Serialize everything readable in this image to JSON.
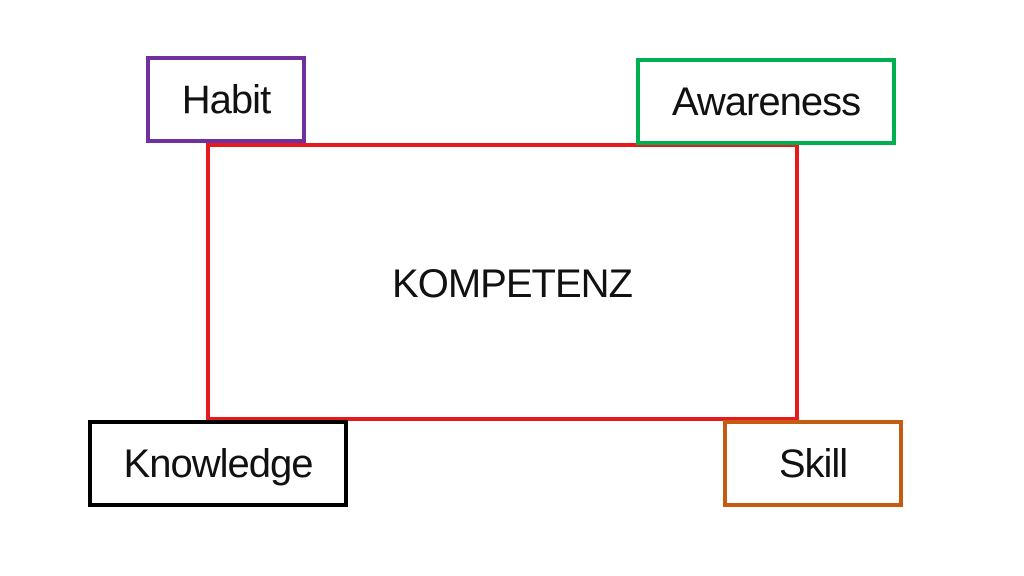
{
  "diagram": {
    "center_label": "KOMPETENZ",
    "frame_color": "#e8191c",
    "nodes": [
      {
        "id": "habit",
        "label": "Habit",
        "border_color": "#7030a0"
      },
      {
        "id": "awareness",
        "label": "Awareness",
        "border_color": "#00b050"
      },
      {
        "id": "knowledge",
        "label": "Knowledge",
        "border_color": "#000000"
      },
      {
        "id": "skill",
        "label": "Skill",
        "border_color": "#c55a11"
      }
    ]
  }
}
